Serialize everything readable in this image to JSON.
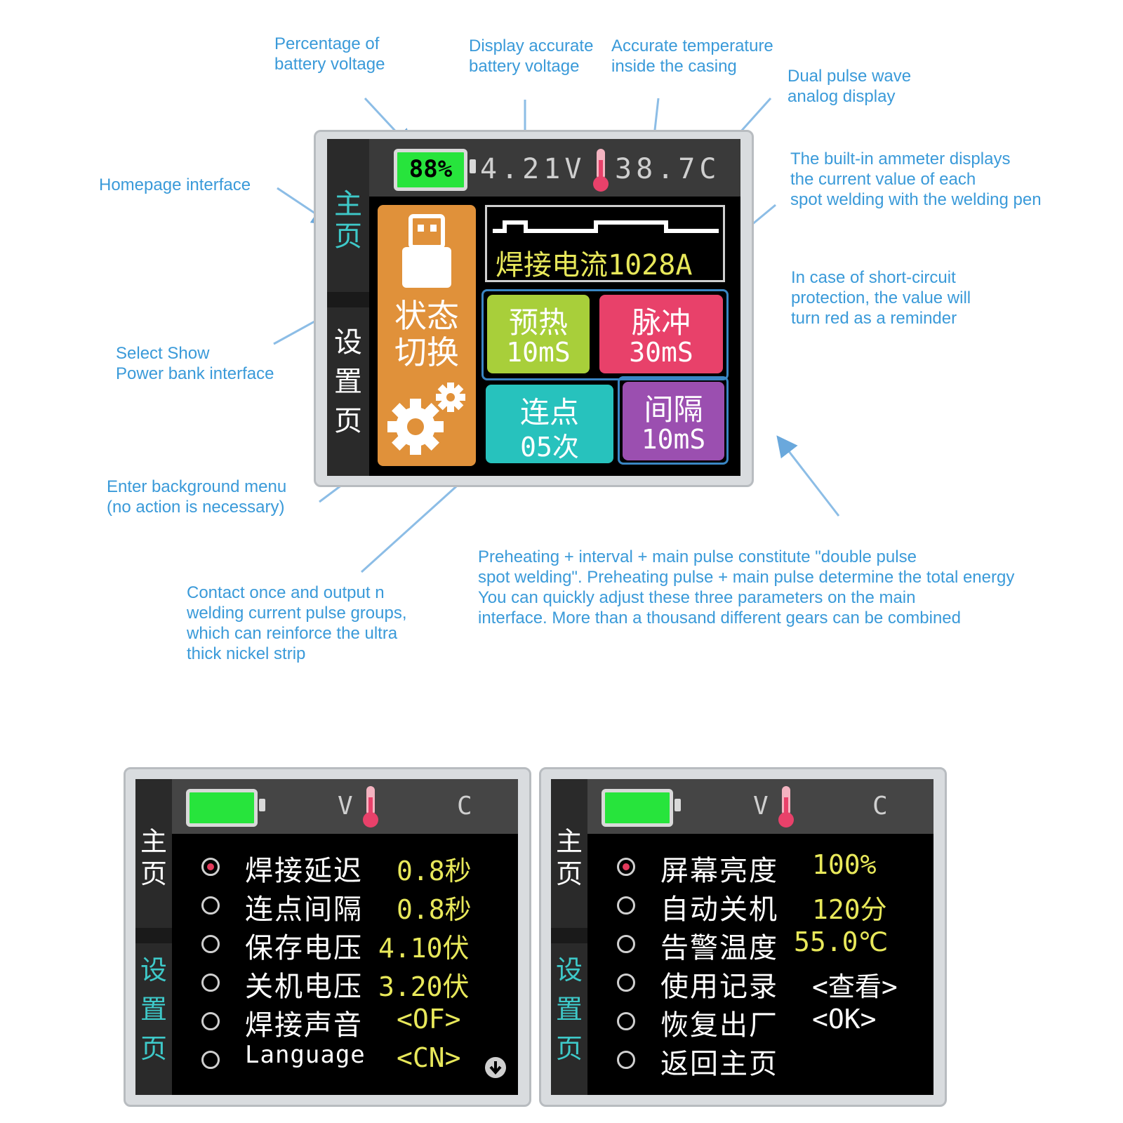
{
  "annotations": {
    "battery_percent_note": "Percentage of\nbattery voltage",
    "battery_voltage_note": "Display accurate\nbattery voltage",
    "temperature_note": "Accurate temperature\ninside the casing",
    "pulse_wave_note": "Dual pulse wave\nanalog display",
    "ammeter_note": "The built-in ammeter displays\nthe current value of each\nspot welding with the welding pen",
    "homepage_note": "Homepage interface",
    "short_circuit_note": "In case of short-circuit\nprotection, the value will\nturn red as a reminder",
    "power_bank_note": "Select Show\nPower bank interface",
    "background_menu_note": "Enter background menu\n(no action is necessary)",
    "double_pulse_note": "Preheating + interval + main pulse constitute \"double pulse\nspot welding\". Preheating pulse + main pulse determine the total energy\nYou can quickly adjust these three parameters on the main\ninterface. More than a thousand different gears can be combined",
    "contact_note": "Contact once and output n\nwelding current pulse groups,\nwhich can reinforce the ultra\nthick nickel strip"
  },
  "main_screen": {
    "battery_percent": "88%",
    "battery_voltage": "4.21V",
    "temperature": "38.7C",
    "tab_home": "主\n页",
    "tab_settings": "设\n置\n页",
    "welding_current_label": "焊接电流",
    "welding_current_value": "1028A",
    "state_switch_label": "状态\n切换",
    "preheat_label": "预热",
    "preheat_value": "10mS",
    "pulse_label": "脉冲",
    "pulse_value": "30mS",
    "multi_spot_label": "连点",
    "multi_spot_value": "05次",
    "interval_label": "间隔",
    "interval_value": "10mS",
    "colors": {
      "orange": "#e0913a",
      "lime": "#a8cf3a",
      "pink": "#e8416a",
      "teal": "#27c2bd",
      "purple": "#9b4fb0",
      "yellow_text": "#e8e85a",
      "cyan_tab": "#3ec9c9",
      "battery_green": "#27e43c"
    }
  },
  "settings_screen_1": {
    "voltage_unit": "V",
    "temp_unit": "C",
    "tab_home": "主\n页",
    "tab_settings": "设\n置\n页",
    "items": [
      {
        "label": "焊接延迟",
        "value": "0.8秒",
        "selected": true
      },
      {
        "label": "连点间隔",
        "value": "0.8秒",
        "selected": false
      },
      {
        "label": "保存电压",
        "value": "4.10伏",
        "selected": false
      },
      {
        "label": "关机电压",
        "value": "3.20伏",
        "selected": false
      },
      {
        "label": "焊接声音",
        "value": "<OF>",
        "selected": false
      },
      {
        "label": "Language",
        "value": "<CN>",
        "selected": false
      }
    ],
    "scroll_icon": "down-arrow-icon"
  },
  "settings_screen_2": {
    "voltage_unit": "V",
    "temp_unit": "C",
    "tab_home": "主\n页",
    "tab_settings": "设\n置\n页",
    "items": [
      {
        "label": "屏幕亮度",
        "value": "100%",
        "selected": true
      },
      {
        "label": "自动关机",
        "value": "120分",
        "selected": false
      },
      {
        "label": "告警温度",
        "value": "55.0℃",
        "selected": false
      },
      {
        "label": "使用记录",
        "value": "<查看>",
        "selected": false
      },
      {
        "label": "恢复出厂",
        "value": "<OK>",
        "selected": false
      },
      {
        "label": "返回主页",
        "value": "",
        "selected": false
      }
    ]
  }
}
